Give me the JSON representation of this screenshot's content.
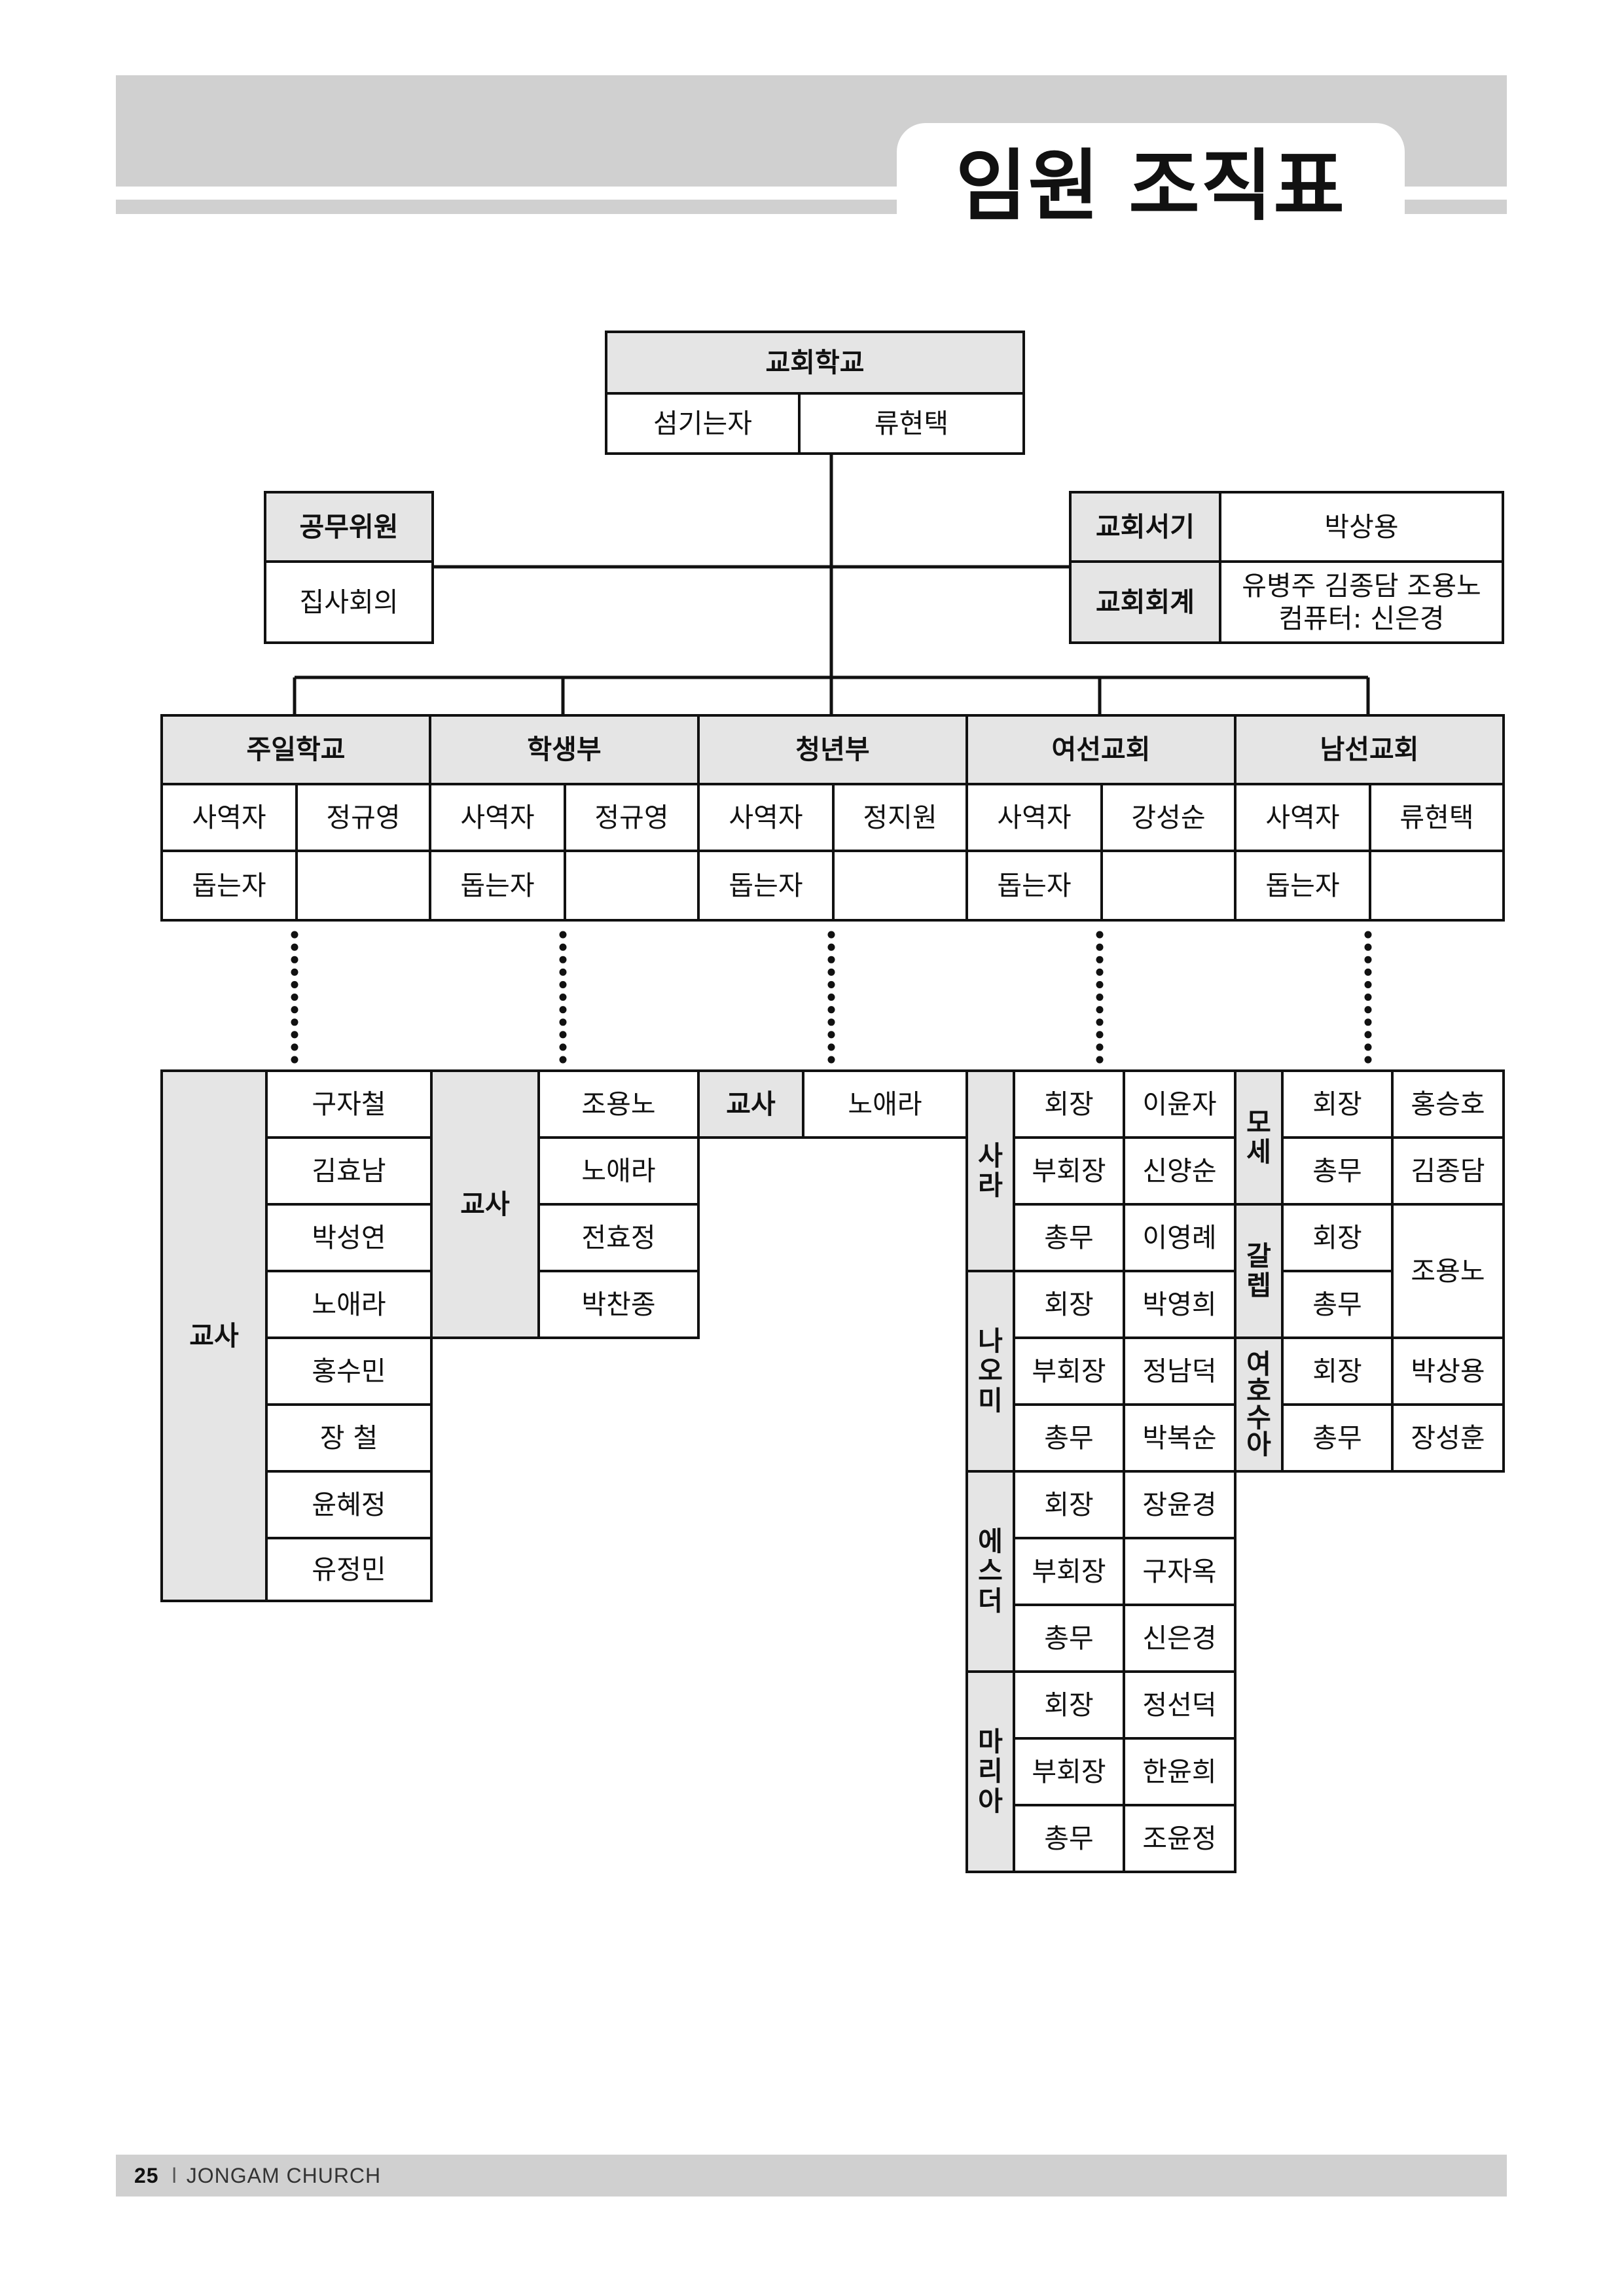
{
  "page": {
    "title": "임원 조직표",
    "number": "25",
    "separator": "l",
    "church": "JONGAM CHURCH"
  },
  "top": {
    "name": "교회학교",
    "left": "섬기는자",
    "right": "류현택"
  },
  "gongmu": {
    "label": "공무위원",
    "value": "집사회의"
  },
  "clerk": {
    "label": "교회서기",
    "value": "박상용"
  },
  "treasurer": {
    "label": "교회회계",
    "line1": "유병주 김종담 조용노",
    "line2": "컴퓨터: 신은경"
  },
  "departments": [
    {
      "name": "주일학교",
      "role1": "사역자",
      "person1": "정규영",
      "role2": "돕는자",
      "person2": ""
    },
    {
      "name": "학생부",
      "role1": "사역자",
      "person1": "정규영",
      "role2": "돕는자",
      "person2": ""
    },
    {
      "name": "청년부",
      "role1": "사역자",
      "person1": "정지원",
      "role2": "돕는자",
      "person2": ""
    },
    {
      "name": "여선교회",
      "role1": "사역자",
      "person1": "강성순",
      "role2": "돕는자",
      "person2": ""
    },
    {
      "name": "남선교회",
      "role1": "사역자",
      "person1": "류현택",
      "role2": "돕는자",
      "person2": ""
    }
  ],
  "sunday": {
    "label": "교사",
    "teachers": [
      "구자철",
      "김효남",
      "박성연",
      "노애라",
      "홍수민",
      "장 철",
      "윤혜정",
      "유정민"
    ]
  },
  "student": {
    "label": "교사",
    "teachers": [
      "조용노",
      "노애라",
      "전효정",
      "박찬종"
    ]
  },
  "youth": {
    "label": "교사",
    "teacher": "노애라"
  },
  "women": [
    {
      "chars": [
        "사",
        "라"
      ],
      "rows": [
        [
          "회장",
          "이윤자"
        ],
        [
          "부회장",
          "신양순"
        ],
        [
          "총무",
          "이영례"
        ]
      ]
    },
    {
      "chars": [
        "나",
        "오",
        "미"
      ],
      "rows": [
        [
          "회장",
          "박영희"
        ],
        [
          "부회장",
          "정남덕"
        ],
        [
          "총무",
          "박복순"
        ]
      ]
    },
    {
      "chars": [
        "에",
        "스",
        "더"
      ],
      "rows": [
        [
          "회장",
          "장윤경"
        ],
        [
          "부회장",
          "구자옥"
        ],
        [
          "총무",
          "신은경"
        ]
      ]
    },
    {
      "chars": [
        "마",
        "리",
        "아"
      ],
      "rows": [
        [
          "회장",
          "정선덕"
        ],
        [
          "부회장",
          "한윤희"
        ],
        [
          "총무",
          "조윤정"
        ]
      ]
    }
  ],
  "men": {
    "mose": {
      "chars": [
        "모",
        "세"
      ],
      "rows": [
        [
          "회장",
          "홍승호"
        ],
        [
          "총무",
          "김종담"
        ]
      ]
    },
    "galeb": {
      "chars": [
        "갈",
        "렙"
      ],
      "role1": "회장",
      "role2": "총무",
      "person": "조용노"
    },
    "yeho": {
      "chars": [
        "여",
        "호",
        "수",
        "아"
      ],
      "rows": [
        [
          "회장",
          "박상용"
        ],
        [
          "총무",
          "장성훈"
        ]
      ]
    }
  },
  "colors": {
    "header_bar": "#d0d0d0",
    "cell_gray": "#e5e5e5",
    "line": "#111111"
  }
}
